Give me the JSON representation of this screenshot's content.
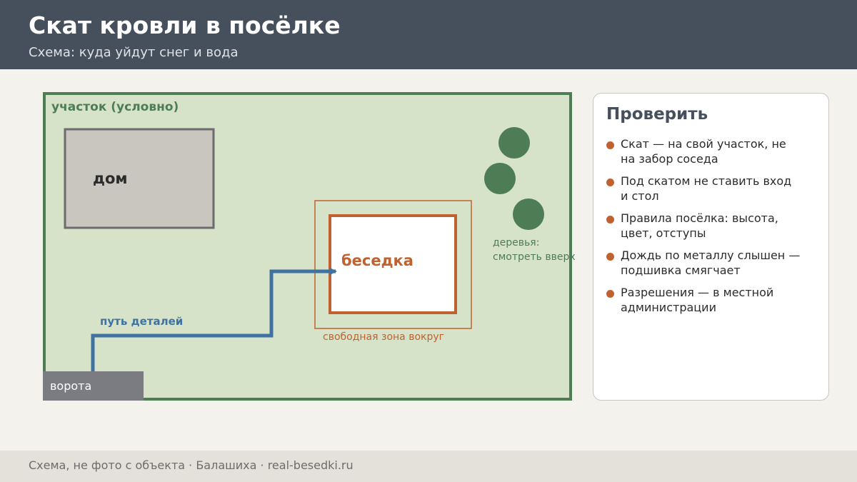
{
  "header": {
    "title": "Скат кровли в посёлке",
    "subtitle": "Схема: куда уйдут снег и вода"
  },
  "diagram": {
    "plot_label": "участок (условно)",
    "house_label": "дом",
    "gazebo_label": "беседка",
    "free_zone_label": "свободная зона вокруг",
    "path_label": "путь деталей",
    "gate_label": "ворота",
    "trees_label_line1": "деревья:",
    "trees_label_line2": "смотреть вверх"
  },
  "checklist": {
    "title": "Проверить",
    "items": [
      {
        "line1": "Скат — на свой участок, не",
        "line2": "на забор соседа"
      },
      {
        "line1": "Под скатом не ставить вход",
        "line2": "и стол"
      },
      {
        "line1": "Правила посёлка: высота,",
        "line2": "цвет, отступы"
      },
      {
        "line1": "Дождь по металлу слышен —",
        "line2": "подшивка смягчает"
      },
      {
        "line1": "Разрешения — в местной",
        "line2": "администрации"
      }
    ]
  },
  "footer": {
    "text": "Схема, не фото с объекта  ·  Балашиха  ·  real-besedki.ru"
  },
  "colors": {
    "header_bg": "#46505c",
    "plot_fill": "#d6e3c8",
    "plot_border": "#4e7d55",
    "house_fill": "#c9c6bf",
    "house_border": "#6c6c6e",
    "accent_orange": "#c0622f",
    "path_blue": "#3f72a0",
    "tree_green": "#4e7d55",
    "gate_gray": "#7a7c82"
  }
}
